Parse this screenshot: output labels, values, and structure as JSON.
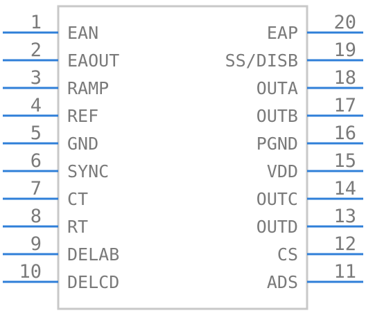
{
  "component": {
    "colors": {
      "body_outline": "#c8c8c8",
      "pin_line": "#2f7fd8",
      "text": "#7a7a7a",
      "background": "#ffffff"
    },
    "left_pins": [
      {
        "number": "1",
        "name": "EAN"
      },
      {
        "number": "2",
        "name": "EAOUT"
      },
      {
        "number": "3",
        "name": "RAMP"
      },
      {
        "number": "4",
        "name": "REF"
      },
      {
        "number": "5",
        "name": "GND"
      },
      {
        "number": "6",
        "name": "SYNC"
      },
      {
        "number": "7",
        "name": "CT"
      },
      {
        "number": "8",
        "name": "RT"
      },
      {
        "number": "9",
        "name": "DELAB"
      },
      {
        "number": "10",
        "name": "DELCD"
      }
    ],
    "right_pins": [
      {
        "number": "20",
        "name": "EAP"
      },
      {
        "number": "19",
        "name": "SS/DISB"
      },
      {
        "number": "18",
        "name": "OUTA"
      },
      {
        "number": "17",
        "name": "OUTB"
      },
      {
        "number": "16",
        "name": "PGND"
      },
      {
        "number": "15",
        "name": "VDD"
      },
      {
        "number": "14",
        "name": "OUTC"
      },
      {
        "number": "13",
        "name": "OUTD"
      },
      {
        "number": "12",
        "name": "CS"
      },
      {
        "number": "11",
        "name": "ADS"
      }
    ]
  }
}
